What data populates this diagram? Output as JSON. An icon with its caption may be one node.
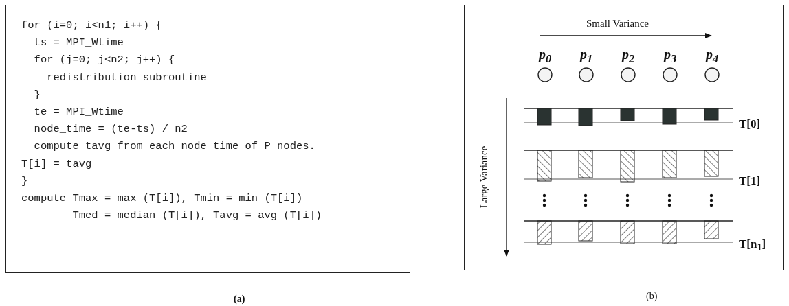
{
  "diagram": {
    "nodes": [
      {
        "text": [
          "for (i=0; i<n1; i++) {",
          "  ts = MPI_Wtime",
          "  for (j=0; j<n2; j++) {",
          "    redistribution subroutine",
          "  }",
          "  te = MPI_Wtime",
          "  node_time = (te-ts) / n2",
          "  compute tavg from each node_time of P nodes.",
          "T[i] = tavg",
          "}",
          "compute Tmax = max (T[i]), Tmin = min (T[i])",
          "        Tmed = median (T[i]), Tavg = avg (T[i])"
        ]
      },
      {
        "text": [],
        "shape": "box"
      },
      {
        "text": [
          "p$_{0}$"
        ],
        "in": 1
      },
      {
        "text": [
          "p$_{1}$"
        ],
        "in": 1
      },
      {
        "text": [
          "p$_{2}$"
        ],
        "in": 1
      },
      {
        "text": [
          "p$_{3}$"
        ],
        "in": 1
      },
      {
        "text": [
          "p$_{4}$"
        ],
        "in": 1
      }
    ],
    "edges": [],
    "labels": [
      "Small Variance",
      "Large Variance",
      "T[0]",
      "T[1]",
      "T[n$_{1}$]",
      "(a)",
      "(b)"
    ]
  }
}
